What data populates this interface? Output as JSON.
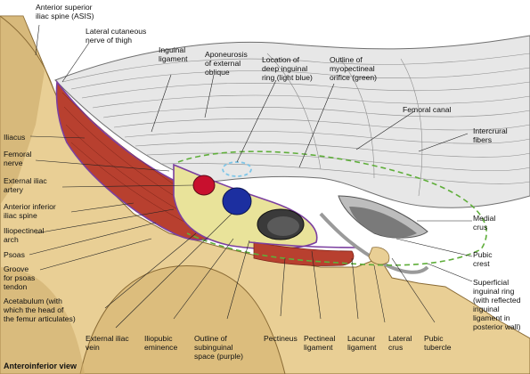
{
  "view_caption": "Anteroinferior view",
  "labels": {
    "asis": "Anterior superior\niliac spine (ASIS)",
    "lat_cut_nerve": "Lateral cutaneous\nnerve of thigh",
    "inguinal_ligament": "Inguinal\nligament",
    "aponeurosis": "Aponeurosis\nof external\noblique",
    "deep_ring": "Location of\ndeep inguinal\nring (light blue)",
    "myopectineal": "Outline of\nmyopectineal\norifice (green)",
    "femoral_canal": "Femoral canal",
    "intercrural": "Intercrural\nfibers",
    "iliacus": "Iliacus",
    "femoral_nerve": "Femoral\nnerve",
    "ext_iliac_artery": "External iliac\nartery",
    "aiis": "Anterior inferior\niliac spine",
    "iliopectineal_arch": "Iliopectineal\narch",
    "psoas": "Psoas",
    "groove_psoas": "Groove\nfor psoas\ntendon",
    "acetabulum": "Acetabulum (with\nwhich the head of\nthe femur articulates)",
    "ext_iliac_vein": "External iliac\nvein",
    "iliopubic": "Iliopubic\neminence",
    "subinguinal": "Outline of\nsubinguinal\nspace (purple)",
    "pectineus": "Pectineus",
    "pectineal_lig": "Pectineal\nligament",
    "lacunar_lig": "Lacunar\nligament",
    "lateral_crus": "Lateral\ncrus",
    "pubic_tubercle": "Pubic\ntubercle",
    "medial_crus": "Medial\ncrus",
    "pubic_crest": "Pubic\ncrest",
    "superficial_ring": "Superficial\ninguinal ring\n(with reflected\ninguinal\nligament  in\nposterior wall)"
  },
  "colors": {
    "bone": "#e9cf95",
    "bone_shadow": "#c9a766",
    "muscle": "#b8402f",
    "artery": "#c8102e",
    "vein": "#1c2fa0",
    "nerve": "#f2d23a",
    "fat": "#e9e39a",
    "subinguinal_outline": "#7b3fa0",
    "myopectineal_outline": "#5fae3a",
    "deep_ring_outline": "#7fc6e8",
    "aponeurosis": "#d6d6d6",
    "fascia_line": "#7d7d7d"
  }
}
